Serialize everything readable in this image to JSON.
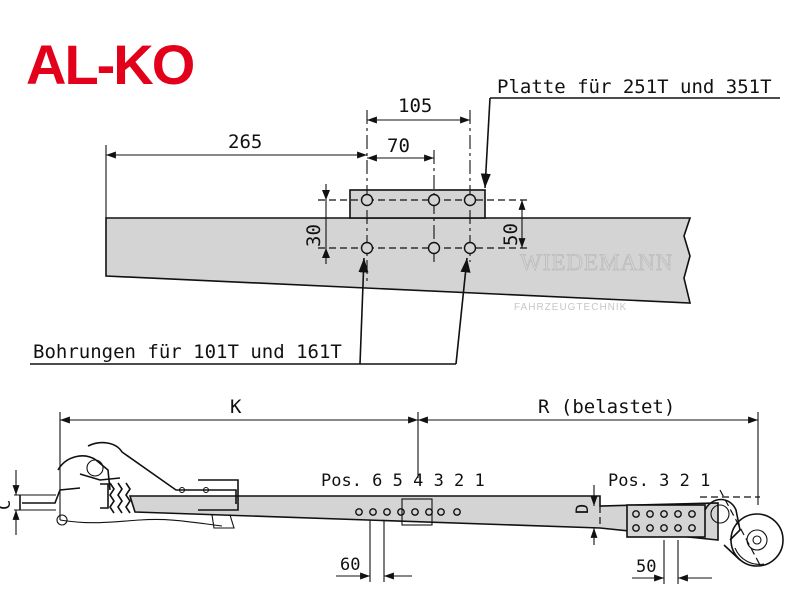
{
  "logo": {
    "text": "AL-KO",
    "color": "#e3001b"
  },
  "detail": {
    "plate_label": "Platte für 251T und 351T",
    "holes_label": "Bohrungen für 101T und 161T",
    "dim_265": "265",
    "dim_105": "105",
    "dim_70": "70",
    "dim_30": "30",
    "dim_50": "50"
  },
  "watermark": {
    "name": "WIEDEMANN",
    "sub": "FAHRZEUGTECHNIK"
  },
  "overview": {
    "dim_k": "K",
    "dim_r": "R (belastet)",
    "pos_front": "Pos. 6 5 4 3 2 1",
    "pos_rear": "Pos. 3 2 1",
    "dim_c": "C",
    "dim_d": "D",
    "dim_60": "60",
    "dim_50": "50"
  },
  "colors": {
    "frame_fill": "#d4d4d4",
    "ink": "#111111"
  }
}
